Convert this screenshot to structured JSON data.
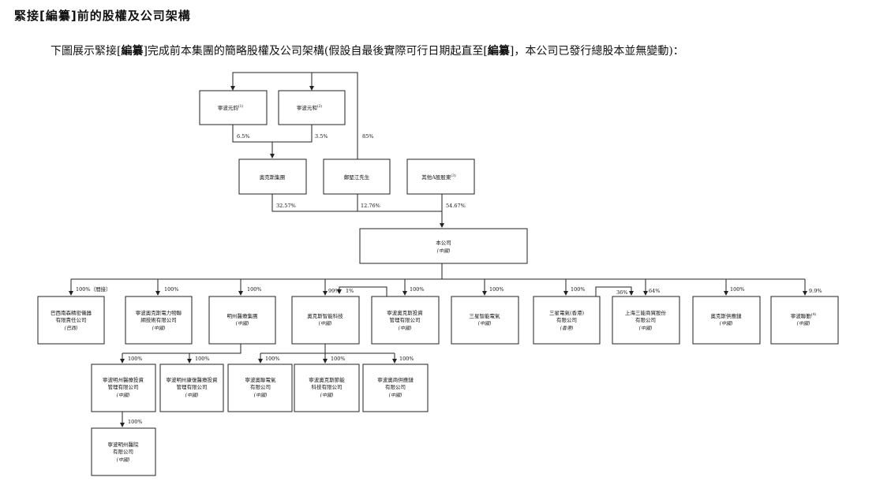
{
  "heading": "緊接[編纂]前的股權及公司架構",
  "intro": {
    "part1": "下圖展示緊接[",
    "bold1": "編纂",
    "part2": "]完成前本集團的簡略股權及公司架構(假設自最後實際可行日期起直至[",
    "bold2": "編纂",
    "part3": "]，本公司已發行總股本並無變動)："
  },
  "nodes": {
    "yuanjun": {
      "line1": "寧波元鈞",
      "sup": "(1)"
    },
    "yuanhe": {
      "line1": "寧波元和",
      "sup": "(2)"
    },
    "aux_group": {
      "line1": "奧克斯集團"
    },
    "zheng": {
      "line1": "鄭堅江先生"
    },
    "other_a": {
      "line1": "其他A股股東",
      "sup": "(3)"
    },
    "company": {
      "line1": "本公司",
      "sub": "(中國)"
    },
    "bazhi": {
      "line1": "巴西南森精密儀器",
      "line2": "有限責任公司",
      "sub": "(巴西)"
    },
    "aux_power": {
      "line1": "寧波奧克斯電力物聯",
      "line2": "網技術有限公司",
      "sub": "(中國)"
    },
    "mingzhou": {
      "line1": "明州醫療集團",
      "sub": "(中國)"
    },
    "aux_smart": {
      "line1": "奧克斯智能科技",
      "sub": "(中國)"
    },
    "aux_invest": {
      "line1": "寧波奧克斯投資",
      "line2": "管理有限公司",
      "sub": "(中國)"
    },
    "sanxing_elec": {
      "line1": "三星智能電氣",
      "sub": "(中國)"
    },
    "sanxing_hk": {
      "line1": "三星電氣(香港)",
      "line2": "有限公司",
      "sub": "(香港)"
    },
    "sh_sanli": {
      "line1": "上海三能商貿股份",
      "line2": "有限公司",
      "sub": "(中國)"
    },
    "aux_supply": {
      "line1": "奧克斯供應鏈",
      "sub": "(中國)"
    },
    "ningbo_lian": {
      "line1": "寧波聯勤",
      "sup": "(4)",
      "sub": "(中國)"
    },
    "mz_med_invest": {
      "line1": "寧波明州醫療投資",
      "line2": "管理有限公司",
      "sub": "(中國)"
    },
    "mz_kangfu": {
      "line1": "寧波明州康復醫療投資",
      "line2": "管理有限公司",
      "sub": "(中國)"
    },
    "aux_aolian": {
      "line1": "寧波奧聯電氣",
      "line2": "有限公司",
      "sub": "(中國)"
    },
    "aux_jieneng": {
      "line1": "寧波奧克斯節能",
      "line2": "科技有限公司",
      "sub": "(中國)"
    },
    "aux_gongying": {
      "line1": "寧波奧商供應鏈",
      "line2": "有限公司",
      "sub": "(中國)"
    },
    "mz_hospital": {
      "line1": "寧波明州醫院",
      "line2": "有限公司",
      "sub": "(中國)"
    }
  },
  "percents": {
    "p_yj": "6.5%",
    "p_yh": "3.5%",
    "p_zheng_top": "85%",
    "p_auxgroup": "32.57%",
    "p_zheng": "12.76%",
    "p_other": "54.67%",
    "p_bazhi": "100%（間接）",
    "p_power": "100%",
    "p_mingzhou": "100%",
    "p_smart": "99%",
    "p_smart_1": "1%",
    "p_invest": "100%",
    "p_sanxing": "100%",
    "p_hk": "100%",
    "p_sh_30": "36%",
    "p_sh_64": "64%",
    "p_supply": "100%",
    "p_lian": "9.9%",
    "p_mzinv": "100%",
    "p_kangfu": "100%",
    "p_aolian": "100%",
    "p_jieneng": "100%",
    "p_gongying": "100%",
    "p_hospital": "100%"
  }
}
